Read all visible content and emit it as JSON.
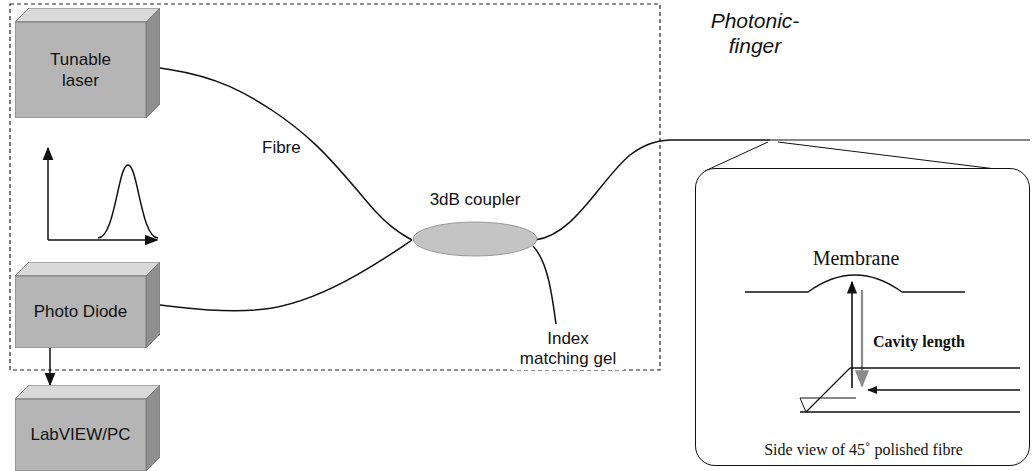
{
  "diagram": {
    "nodes": [
      {
        "text": [
          "Tunable laser"
        ]
      },
      {
        "text": [
          "Photo Diode"
        ]
      },
      {
        "text": [
          "3dB coupler"
        ]
      },
      {
        "text": [
          "LabVIEW/PC"
        ]
      },
      {
        "text": [
          "Membrane",
          "Cavity length",
          "Side view of 45˚ polished fibre"
        ]
      }
    ],
    "edges": [
      {
        "from": 0,
        "to": 2,
        "arrow": "none"
      },
      {
        "from": 1,
        "to": 2,
        "arrow": "none"
      },
      {
        "from": 1,
        "to": 3,
        "arrow": "to"
      }
    ],
    "labels": [
      "Photonic- finger",
      "Fibre",
      "Index matching gel"
    ]
  }
}
